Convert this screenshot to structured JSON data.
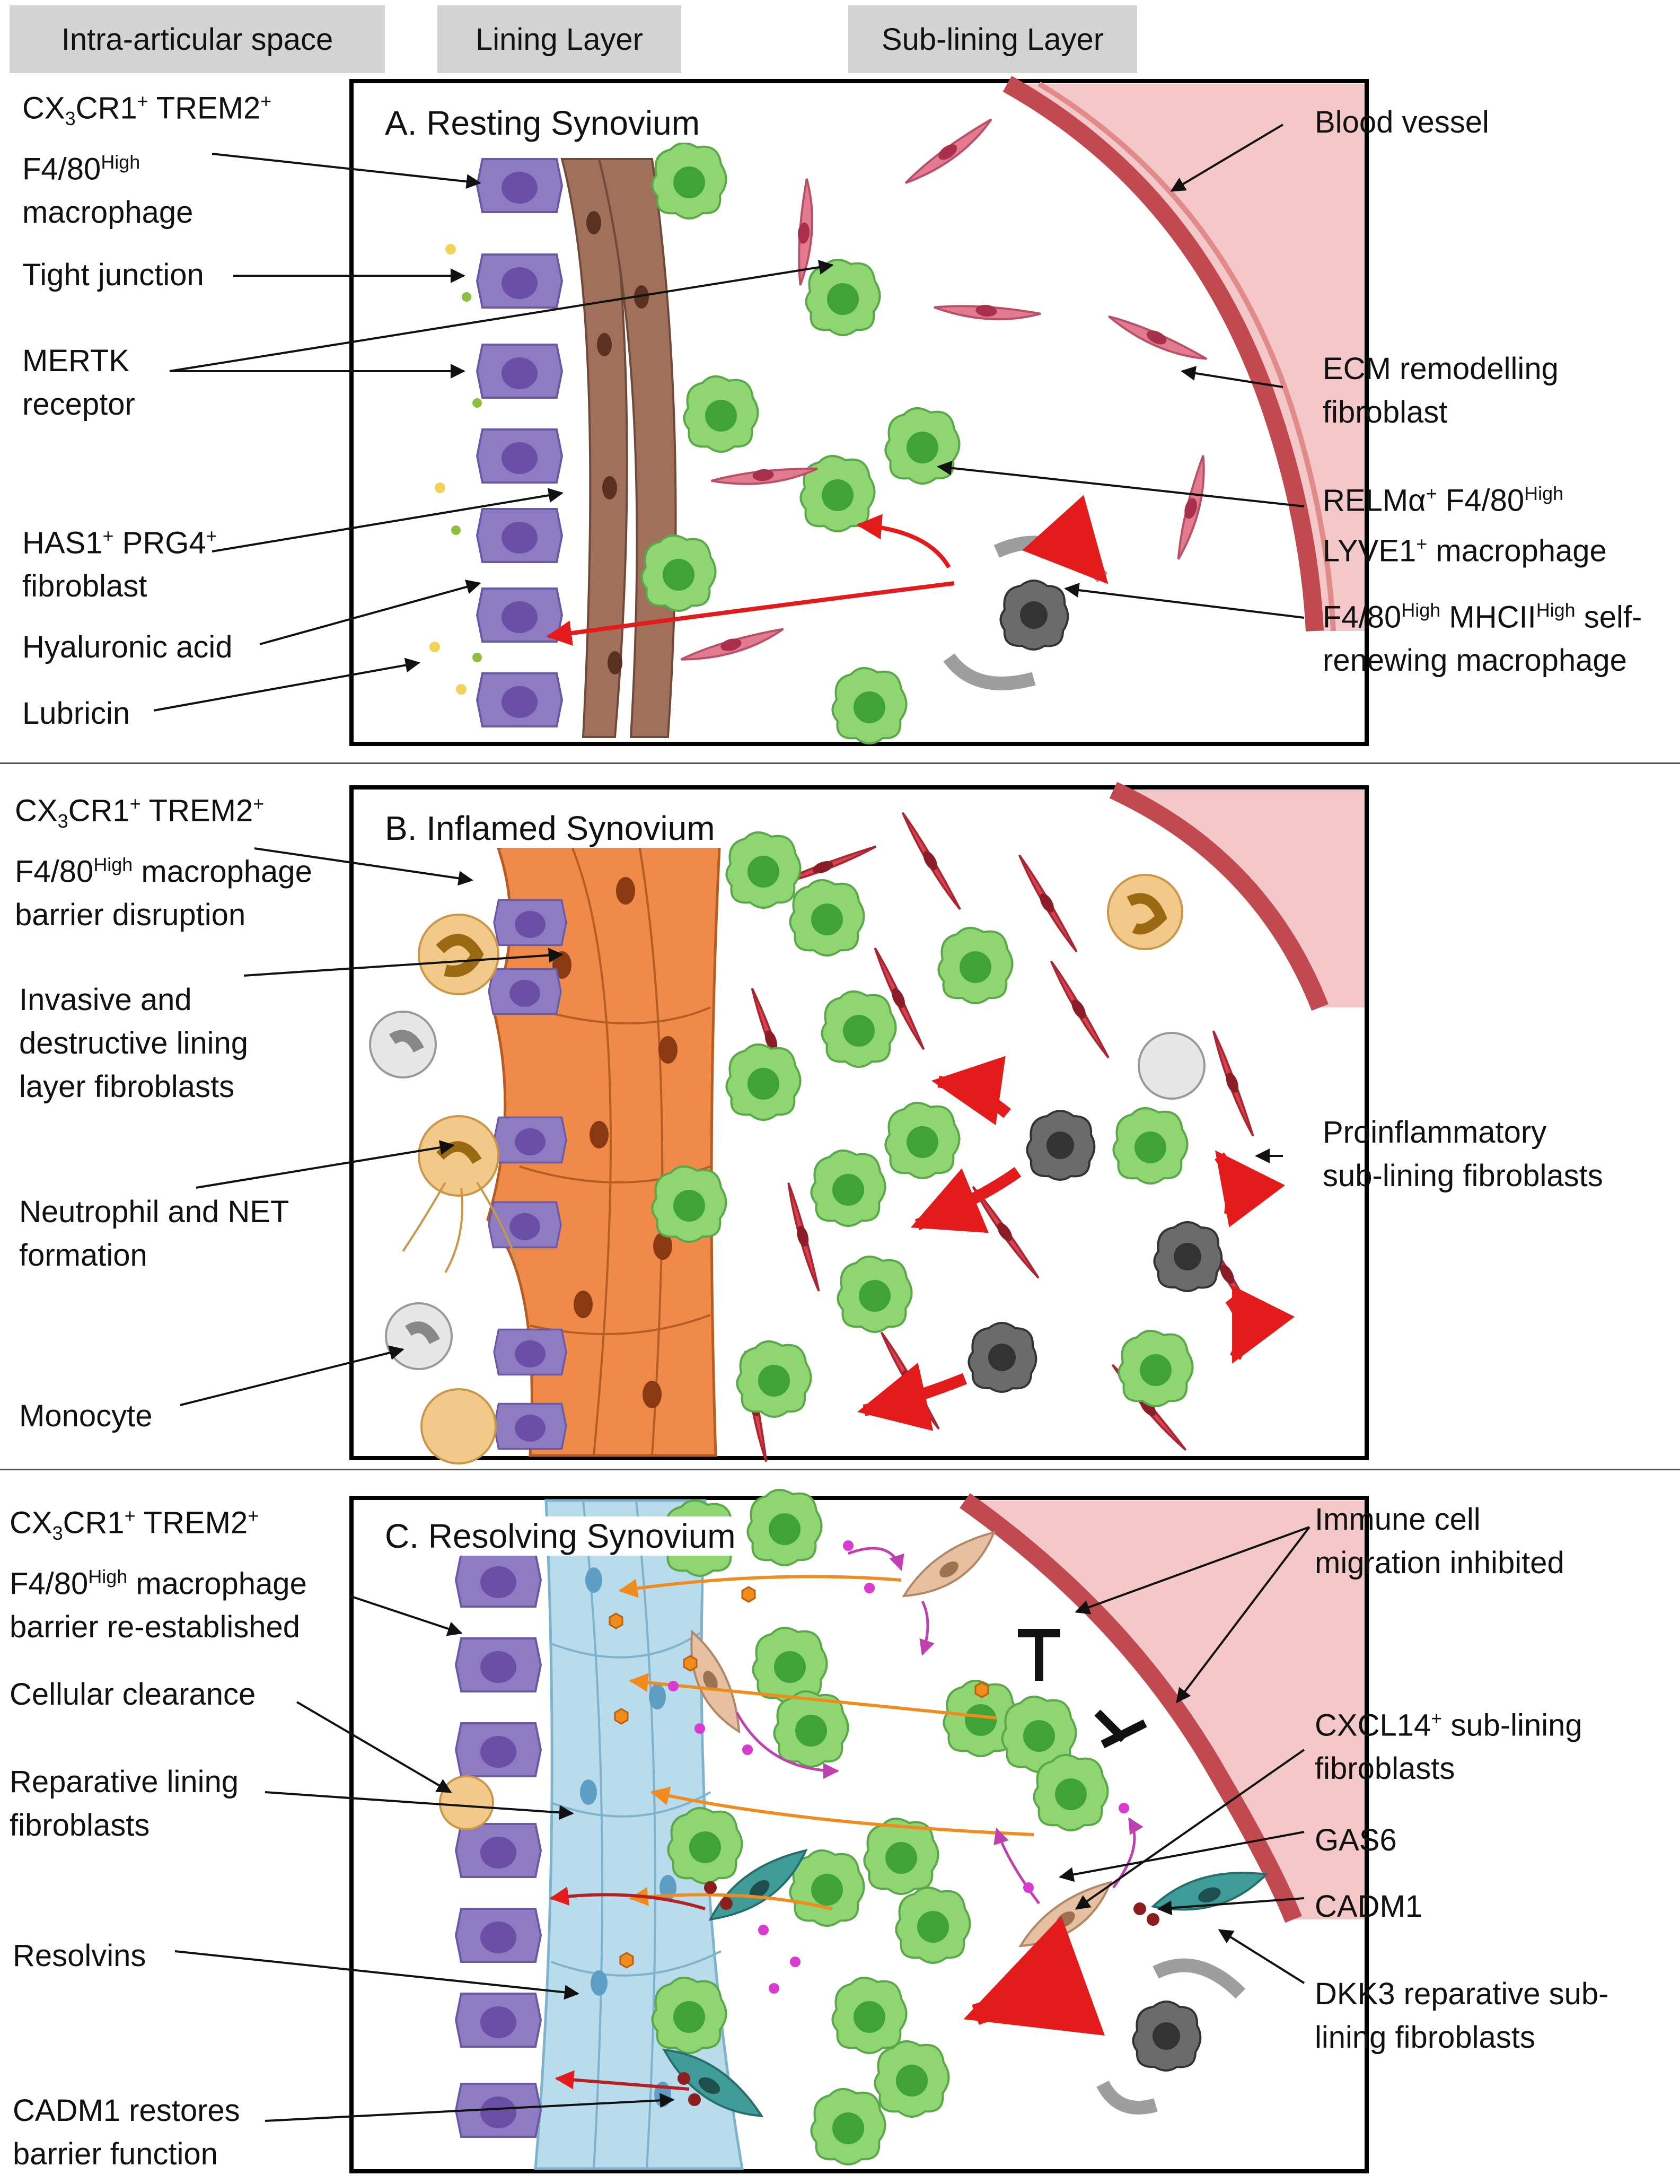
{
  "headers": {
    "intra": "Intra-articular space",
    "lining": "Lining Layer",
    "sublining": "Sub-lining Layer"
  },
  "panels": {
    "a": {
      "title": "A. Resting Synovium"
    },
    "b": {
      "title": "B. Inflamed Synovium"
    },
    "c": {
      "title": "C. Resolving Synovium"
    }
  },
  "labels_a": {
    "macro_line1_pre": "CX",
    "macro_sub": "3",
    "macro_line1_mid": "CR1",
    "macro_sup1": "+",
    "macro_line1_end": " TREM2",
    "macro_sup2": "+",
    "macro_line2_pre": "F4/80",
    "macro_sup3": "High",
    "macro_line3": "macrophage",
    "tight": "Tight junction",
    "mertk1": "MERTK",
    "mertk2": "receptor",
    "has1_pre": "HAS1",
    "has1_sup": "+",
    "has1_mid": " PRG4",
    "has1_sup2": "+",
    "has1_line2": "fibroblast",
    "hyaluronic": "Hyaluronic acid",
    "lubricin": "Lubricin",
    "blood": "Blood vessel",
    "ecm1": "ECM remodelling",
    "ecm2": "fibroblast",
    "relm_pre": "RELMα",
    "relm_sup": "+",
    "relm_mid": " F4/80",
    "relm_sup2": "High",
    "relm_line2_pre": "LYVE1",
    "relm_sup3": "+",
    "relm_line2_end": " macrophage",
    "self_pre": "F4/80",
    "self_sup": "High",
    "self_mid": " MHCII",
    "self_sup2": "High",
    "self_end": " self-",
    "self_line2": "renewing macrophage"
  },
  "labels_b": {
    "macro_line1_pre": "CX",
    "macro_sub": "3",
    "macro_line1_mid": "CR1",
    "macro_sup1": "+",
    "macro_line1_end": " TREM2",
    "macro_sup2": "+",
    "macro_line2_pre": "F4/80",
    "macro_sup3": "High",
    "macro_line2_end": " macrophage",
    "macro_line3": "barrier disruption",
    "inv1": "Invasive and",
    "inv2": "destructive lining",
    "inv3": "layer fibroblasts",
    "neut1": "Neutrophil and NET",
    "neut2": "formation",
    "mono": "Monocyte",
    "pro1": "Proinflammatory",
    "pro2": "sub-lining fibroblasts"
  },
  "labels_c": {
    "macro_line1_pre": "CX",
    "macro_sub": "3",
    "macro_line1_mid": "CR1",
    "macro_sup1": "+",
    "macro_line1_end": " TREM2",
    "macro_sup2": "+",
    "macro_line2_pre": "F4/80",
    "macro_sup3": "High",
    "macro_line2_end": " macrophage",
    "macro_line3": "barrier re-established",
    "clear": "Cellular clearance",
    "rep1": "Reparative lining",
    "rep2": "fibroblasts",
    "resolvins": "Resolvins",
    "cadm_r1": "CADM1 restores",
    "cadm_r2": "barrier function",
    "imm1": "Immune cell",
    "imm2": "migration inhibited",
    "cx_pre": "CXCL14",
    "cx_sup": "+",
    "cx_end": " sub-lining",
    "cx2": "fibroblasts",
    "gas6": "GAS6",
    "cadm1": "CADM1",
    "dkk1": "DKK3 reparative sub-",
    "dkk2": "lining fibroblasts"
  },
  "colors": {
    "macrophage_lining": "#8e7cc3",
    "fibroblast_resting": "#a0705a",
    "fibroblast_inflamed": "#ef8a4a",
    "fibroblast_reparative": "#b9dcec",
    "macrophage_green": "#8fd672",
    "fibroblast_pink": "#e27a90",
    "fibroblast_red": "#d9434f",
    "macrophage_grey": "#5a5a5a",
    "vessel": "#f2c4c4",
    "arrow_red": "#e31b1b",
    "arrow_orange": "#f08c1e",
    "arrow_magenta": "#c040b0"
  }
}
